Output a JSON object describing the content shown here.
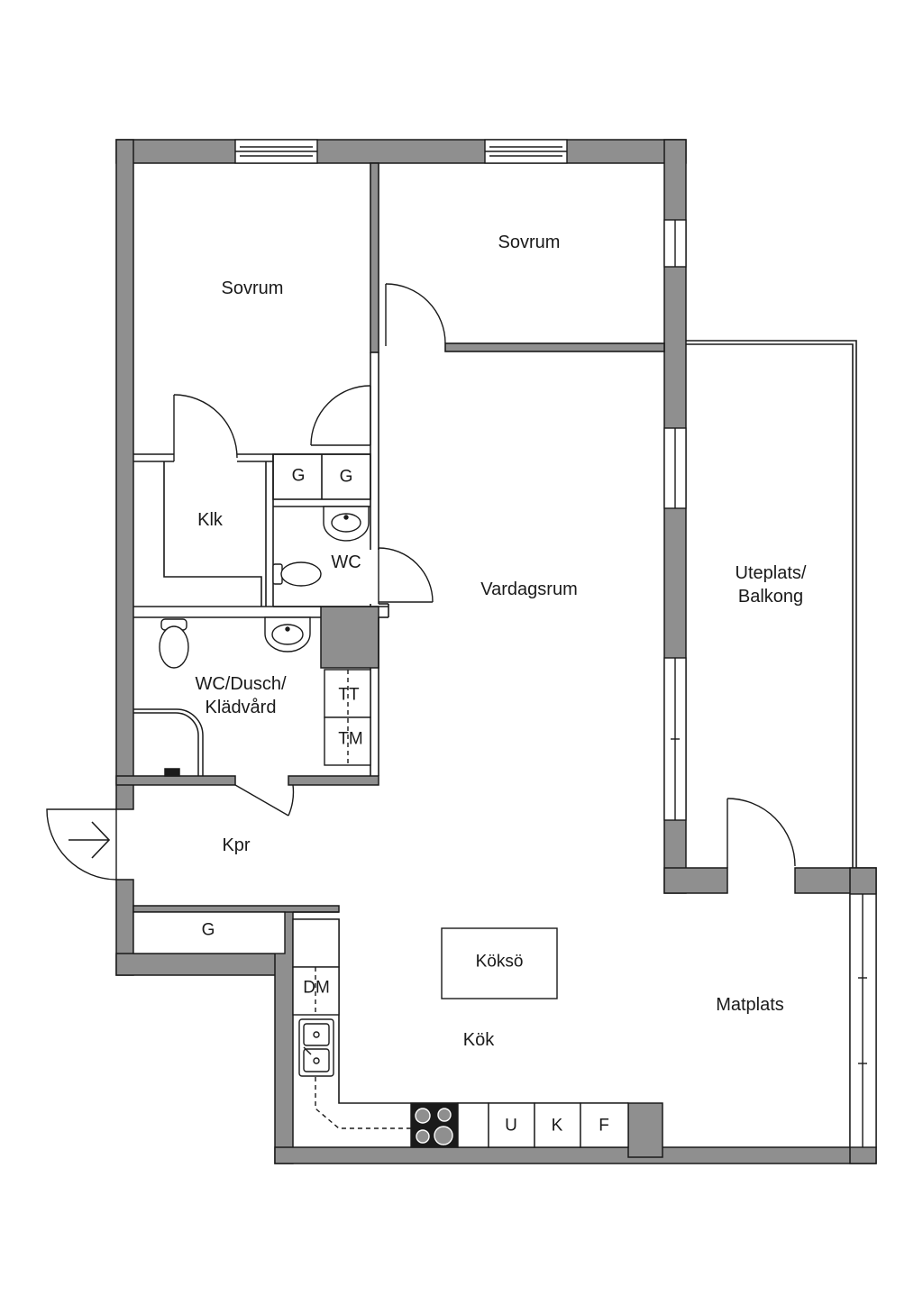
{
  "colors": {
    "wall": "#8f8f8f",
    "line": "#1a1a1a",
    "background": "#ffffff"
  },
  "rooms": {
    "sovrum_1": "Sovrum",
    "sovrum_2": "Sovrum",
    "klk": "Klk",
    "wc": "WC",
    "wc_dusch_line1": "WC/Dusch/",
    "wc_dusch_line2": "Klädvård",
    "vardagsrum": "Vardagsrum",
    "uteplats_line1": "Uteplats/",
    "uteplats_line2": "Balkong",
    "kpr": "Kpr",
    "kok": "Kök",
    "matplats": "Matplats"
  },
  "fixtures": {
    "g1": "G",
    "g2": "G",
    "g3": "G",
    "tt": "TT",
    "tm": "TM",
    "koksoe": "Köksö",
    "dm": "DM",
    "u": "U",
    "k": "K",
    "f": "F"
  },
  "icons": [
    "entry-arrow-icon",
    "toilet-icon",
    "sink-icon",
    "double-sink-icon",
    "stove-icon",
    "shower-icon"
  ]
}
